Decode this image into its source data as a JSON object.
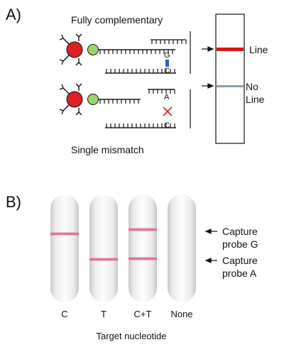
{
  "panel_a": {
    "label": "A)",
    "top_caption": "Fully complementary",
    "bottom_caption": "Single mismatch",
    "top_probe_base": "G",
    "top_target_base": "C",
    "bottom_probe_base": "A",
    "bottom_target_base": "C",
    "result_line": "Line",
    "result_no_line_1": "No",
    "result_no_line_2": "Line"
  },
  "panel_b": {
    "label": "B)",
    "strips": [
      {
        "name": "C",
        "bands": [
          "G"
        ]
      },
      {
        "name": "T",
        "bands": [
          "A"
        ]
      },
      {
        "name": "C+T",
        "bands": [
          "G",
          "A"
        ]
      },
      {
        "name": "None",
        "bands": []
      }
    ],
    "capture_g_1": "Capture",
    "capture_g_2": "probe G",
    "capture_a_1": "Capture",
    "capture_a_2": "probe A",
    "x_caption": "Target nucleotide"
  },
  "colors": {
    "particle": "#dd1f26",
    "linker": "#9fd46a",
    "match": "#2a68b8",
    "mismatch": "#d0202a",
    "line": "#d8141c",
    "faint": "#8a9bb3",
    "band": "#d94e7c"
  }
}
